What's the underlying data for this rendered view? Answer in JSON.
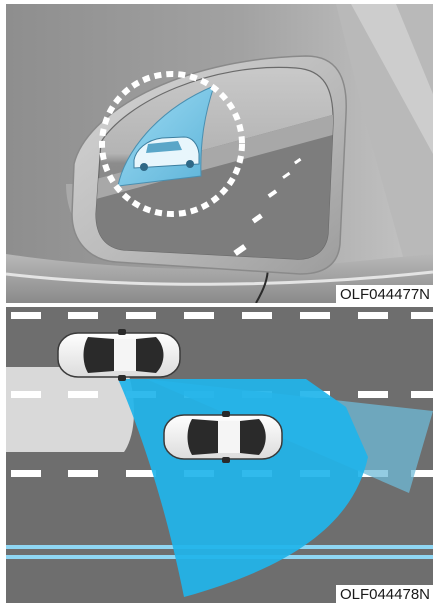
{
  "figures": [
    {
      "id": "side-mirror-illustration",
      "code": "OLF044477N",
      "icons": [
        "side-mirror",
        "blind-spot-warning-indicator",
        "car-in-mirror"
      ],
      "colors": {
        "warning_icon": "#6ec6e8",
        "highlight_circle": "#ffffff",
        "body": "#9a9a9a"
      }
    },
    {
      "id": "blind-spot-detection-area-illustration",
      "code": "OLF044478N",
      "icons": [
        "own-vehicle",
        "vehicle-in-blind-spot",
        "detection-zone"
      ],
      "colors": {
        "detection_zone": "#1fb4ea",
        "rear_zone": "#7fb6cc",
        "road": "#6e6e6e",
        "lane_markings": "#ffffff",
        "road_edge_lines": "#8fd6f3"
      }
    }
  ]
}
